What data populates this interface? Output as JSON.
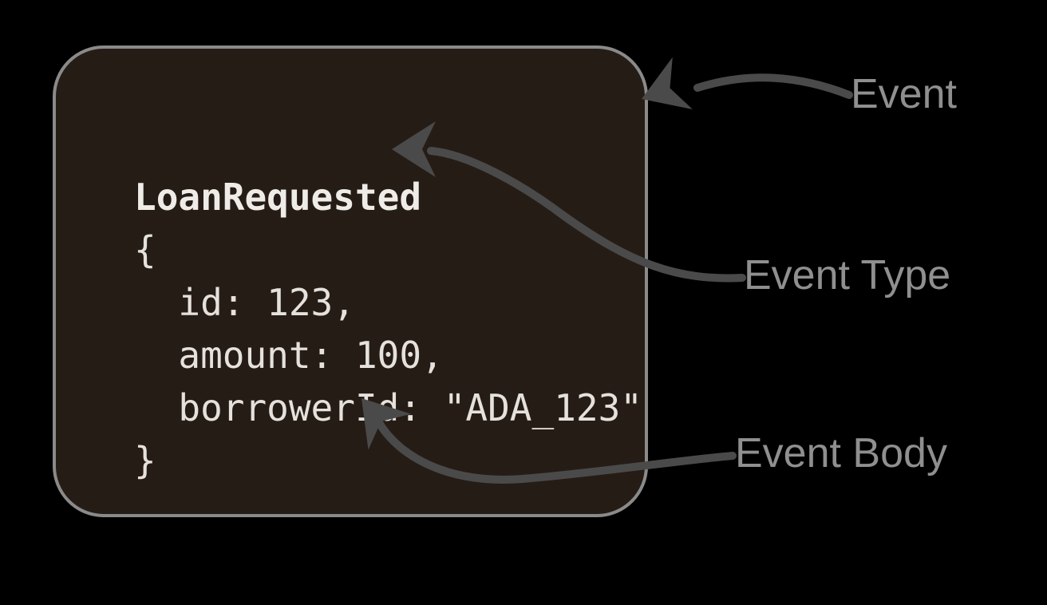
{
  "event": {
    "type": "LoanRequested",
    "body_lines": [
      "{",
      "  id: 123,",
      "  amount: 100,",
      "  borrowerId: \"ADA_123\"",
      "}"
    ]
  },
  "annotations": {
    "event_label": "Event",
    "event_type_label": "Event Type",
    "event_body_label": "Event Body"
  },
  "colors": {
    "background": "#000000",
    "card_fill": "#261c16",
    "card_border": "#8a8a8a",
    "code_text": "#e5e1dc",
    "arrow": "#4a4a4a",
    "label_text": "#8f8f8f"
  }
}
